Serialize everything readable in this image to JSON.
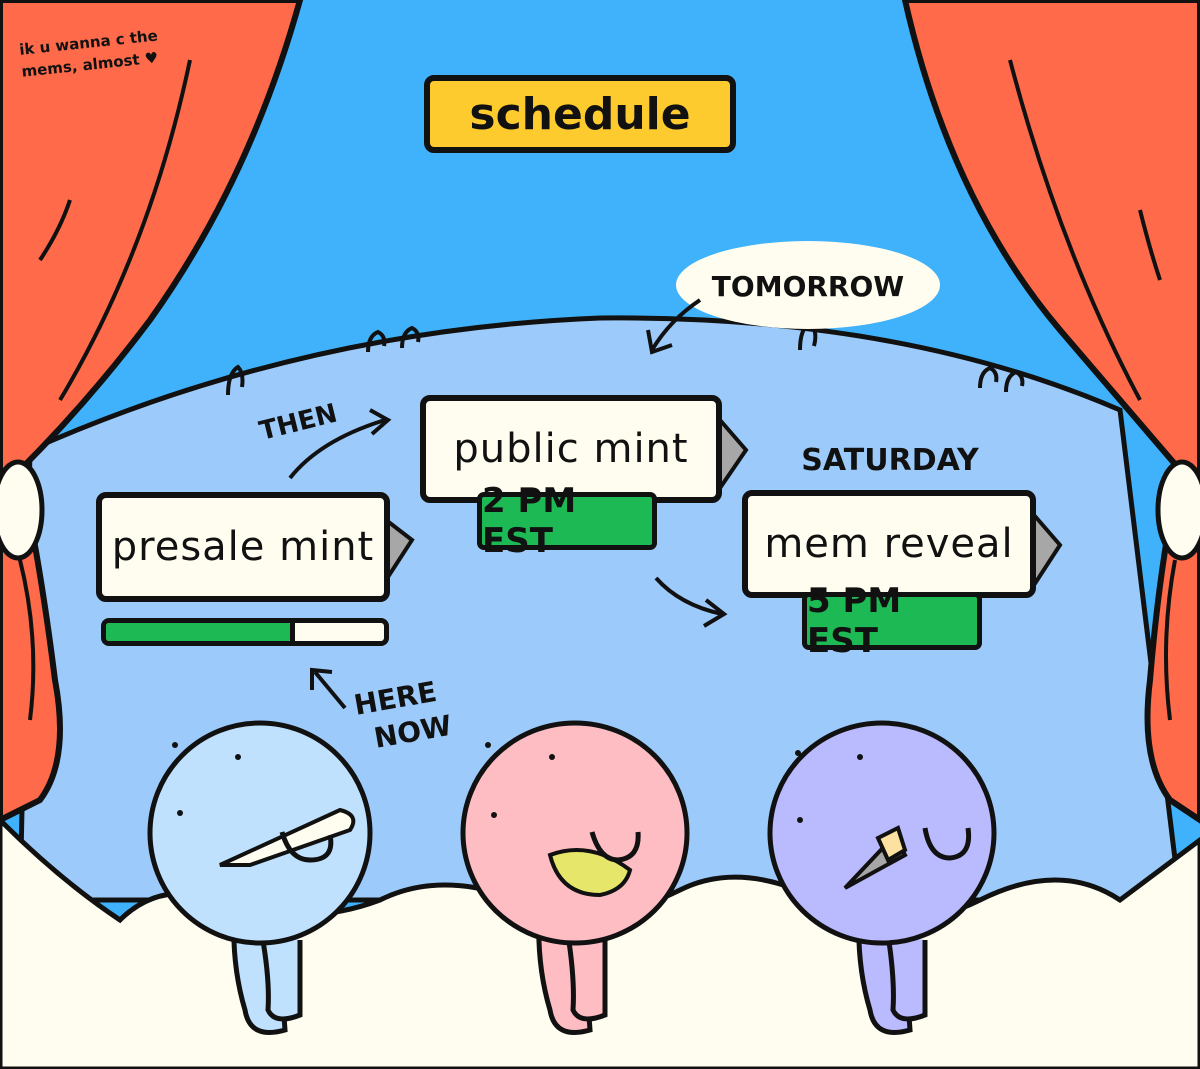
{
  "title": "schedule",
  "corner_note": "ik u wanna c the mems, almost ♥",
  "steps": [
    {
      "label": "presale mint",
      "progress": 0.68
    },
    {
      "label": "public mint",
      "time": "2 PM EST",
      "when": "TOMORROW"
    },
    {
      "label": "mem reveal",
      "time": "5 PM EST",
      "when": "SATURDAY"
    }
  ],
  "annotations": {
    "then": "THEN",
    "here": "HERE",
    "now": "NOW"
  },
  "colors": {
    "sky": "#3fb2fb",
    "backdrop": "#9ccbfb",
    "curtain": "#fe6a4a",
    "schedule_sign": "#fecb2f",
    "time_tag": "#1db954",
    "cloud": "#fffdf0",
    "character_blue": "#bfe1fe",
    "character_pink": "#fdbdc3",
    "character_purple": "#babafe"
  }
}
